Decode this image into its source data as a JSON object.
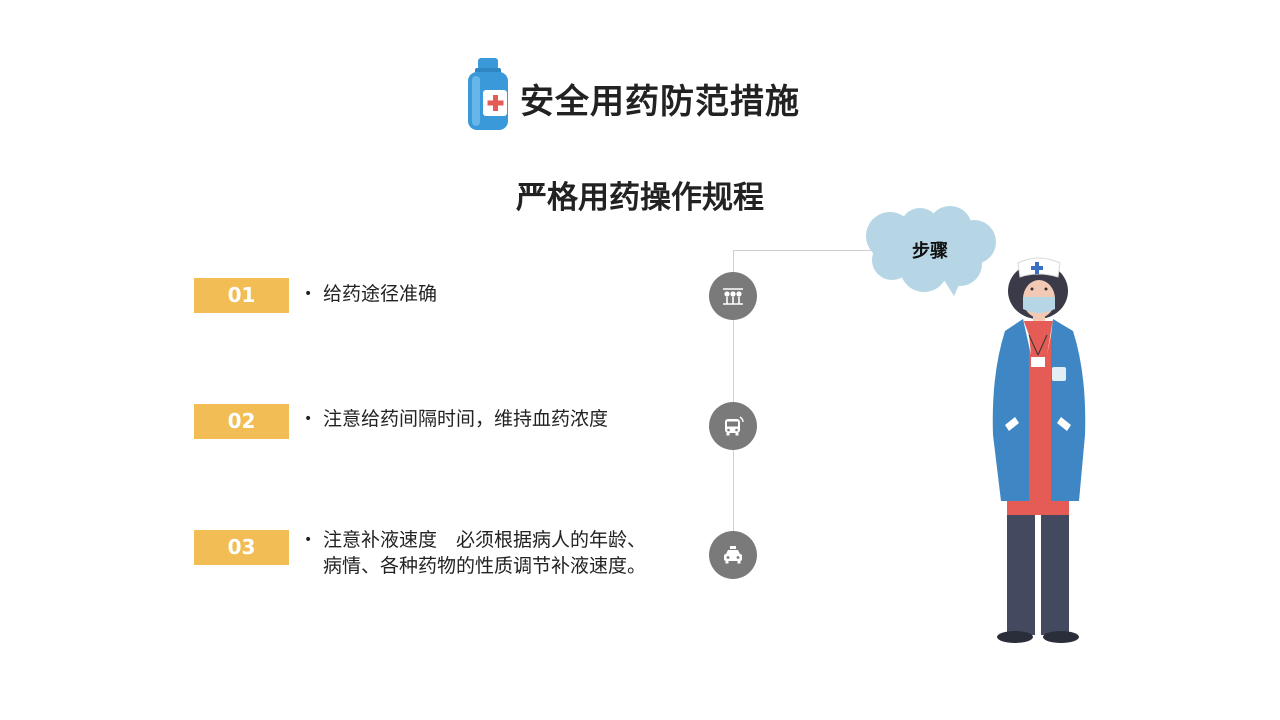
{
  "header": {
    "title": "安全用药防范措施",
    "icon": "medicine-bottle-icon"
  },
  "section": {
    "subtitle": "严格用药操作规程"
  },
  "steps": [
    {
      "num": "01",
      "text_lines": [
        "给药途径准确"
      ],
      "icon": "people-icon"
    },
    {
      "num": "02",
      "text_lines": [
        "注意给药间隔时间，维持血药浓度"
      ],
      "icon": "bus-icon"
    },
    {
      "num": "03",
      "text_lines": [
        "注意补液速度　必须根据病人的年龄、",
        "病情、各种药物的性质调节补液速度。"
      ],
      "icon": "taxi-icon"
    }
  ],
  "callout": {
    "label": "步骤",
    "icon": "thought-cloud-icon"
  },
  "illustration": {
    "icon": "nurse-illustration"
  },
  "colors": {
    "badge": "#f2bd55",
    "node": "#7a7a7a",
    "cloud": "#b6d6e6",
    "bottle": "#3a9ad9",
    "coat": "#3f86c4",
    "scrubs": "#e55c57",
    "pants": "#434a5f"
  }
}
